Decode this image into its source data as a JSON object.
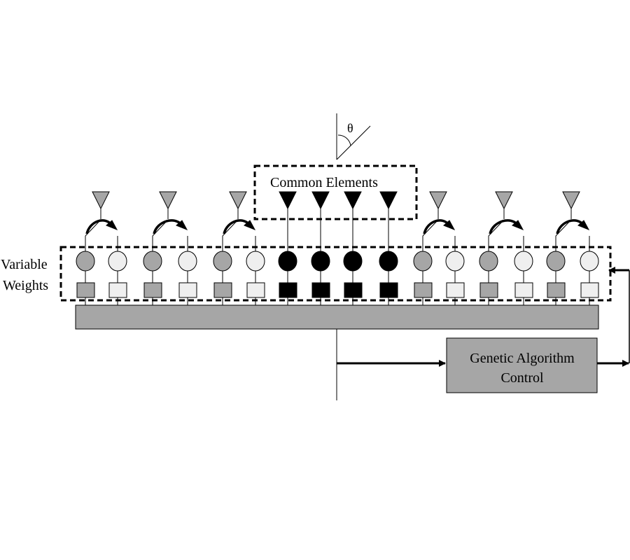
{
  "diagram": {
    "angle_label": "θ",
    "common_group_label": "Common Elements",
    "variable_group_label_line1": "Variable",
    "variable_group_label_line2": "Weights",
    "controller_label_line1": "Genetic Algorithm",
    "controller_label_line2": "Control",
    "colors": {
      "variable_dark": "#a6a6a6",
      "variable_light": "#efefef",
      "common": "#000000",
      "combiner": "#a6a6a6",
      "controller": "#a6a6a6",
      "antenna": "#a6a6a6"
    },
    "elements": [
      {
        "kind": "variable-dark"
      },
      {
        "kind": "variable-light"
      },
      {
        "kind": "variable-dark"
      },
      {
        "kind": "variable-light"
      },
      {
        "kind": "variable-dark"
      },
      {
        "kind": "variable-light"
      },
      {
        "kind": "common"
      },
      {
        "kind": "common"
      },
      {
        "kind": "common"
      },
      {
        "kind": "common"
      },
      {
        "kind": "variable-dark"
      },
      {
        "kind": "variable-light"
      },
      {
        "kind": "variable-dark"
      },
      {
        "kind": "variable-light"
      },
      {
        "kind": "variable-dark"
      },
      {
        "kind": "variable-light"
      }
    ],
    "switch_pairs": 6
  }
}
